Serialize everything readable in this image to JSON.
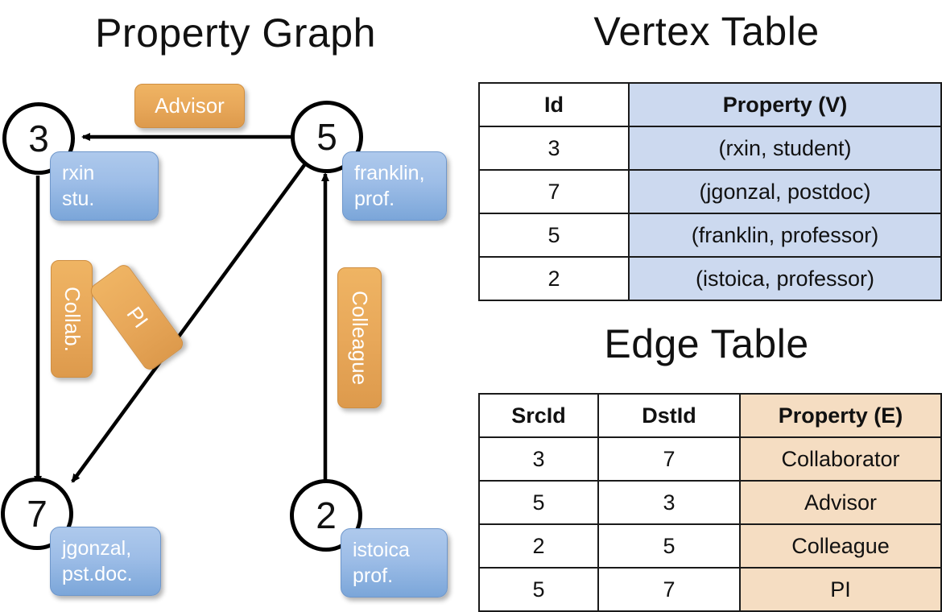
{
  "titles": {
    "property_graph": "Property Graph",
    "vertex_table": "Vertex Table",
    "edge_table": "Edge Table"
  },
  "graph": {
    "nodes": [
      {
        "id": "3",
        "property_label": "rxin\nstu."
      },
      {
        "id": "5",
        "property_label": "franklin,\nprof."
      },
      {
        "id": "7",
        "property_label": "jgonzal,\npst.doc."
      },
      {
        "id": "2",
        "property_label": "istoica\nprof."
      }
    ],
    "node_labels": {
      "n3": "3",
      "n5": "5",
      "n7": "7",
      "n2": "2"
    },
    "vertex_properties": {
      "rxin_line1": "rxin",
      "rxin_line2": "stu.",
      "franklin_line1": "franklin,",
      "franklin_line2": "prof.",
      "jgonzal_line1": "jgonzal,",
      "jgonzal_line2": "pst.doc.",
      "istoica_line1": "istoica",
      "istoica_line2": "prof."
    },
    "edge_labels": {
      "advisor": "Advisor",
      "collab": "Collab.",
      "pi": "PI",
      "colleague": "Colleague"
    },
    "edges": [
      {
        "from": "5",
        "to": "3",
        "label": "Advisor"
      },
      {
        "from": "3",
        "to": "7",
        "label": "Collab."
      },
      {
        "from": "5",
        "to": "7",
        "label": "PI"
      },
      {
        "from": "2",
        "to": "5",
        "label": "Colleague"
      }
    ]
  },
  "vertex_table": {
    "columns": [
      "Id",
      "Property (V)"
    ],
    "rows": [
      {
        "id": "3",
        "property": "(rxin, student)"
      },
      {
        "id": "7",
        "property": "(jgonzal, postdoc)"
      },
      {
        "id": "5",
        "property": "(franklin, professor)"
      },
      {
        "id": "2",
        "property": "(istoica, professor)"
      }
    ]
  },
  "edge_table": {
    "columns": [
      "SrcId",
      "DstId",
      "Property (E)"
    ],
    "rows": [
      {
        "src": "3",
        "dst": "7",
        "property": "Collaborator"
      },
      {
        "src": "5",
        "dst": "3",
        "property": "Advisor"
      },
      {
        "src": "2",
        "dst": "5",
        "property": "Colleague"
      },
      {
        "src": "5",
        "dst": "7",
        "property": "PI"
      }
    ]
  },
  "colors": {
    "vertex_property_fill": "#ccd9ef",
    "edge_property_fill": "#f5ddc2",
    "node_box_blue": "#9dbde7",
    "edge_label_orange": "#e8a85a",
    "stroke": "#000000",
    "background": "#ffffff"
  }
}
